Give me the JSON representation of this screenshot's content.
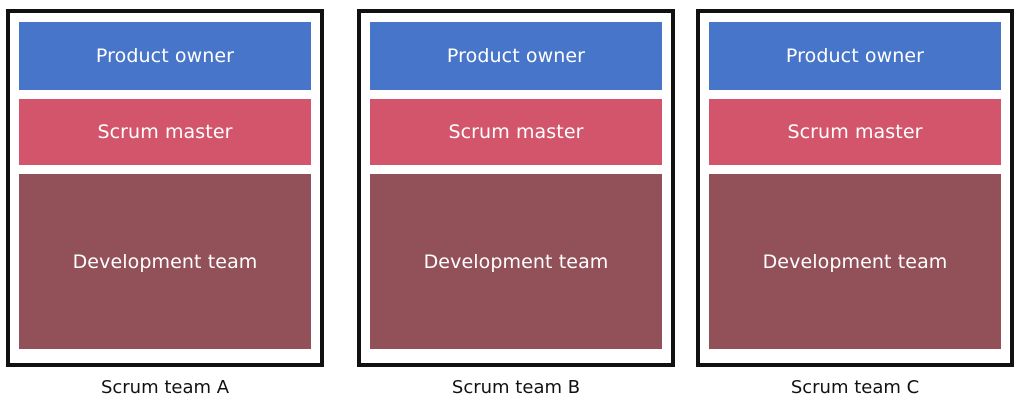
{
  "colors": {
    "product_owner": "#4675ca",
    "scrum_master": "#d2556b",
    "development_team": "#925059",
    "frame_border": "#111111"
  },
  "teams": [
    {
      "product_owner": "Product owner",
      "scrum_master": "Scrum master",
      "development_team": "Development team",
      "label": "Scrum team A"
    },
    {
      "product_owner": "Product owner",
      "scrum_master": "Scrum master",
      "development_team": "Development team",
      "label": "Scrum team B"
    },
    {
      "product_owner": "Product owner",
      "scrum_master": "Scrum master",
      "development_team": "Development team",
      "label": "Scrum team C"
    }
  ]
}
